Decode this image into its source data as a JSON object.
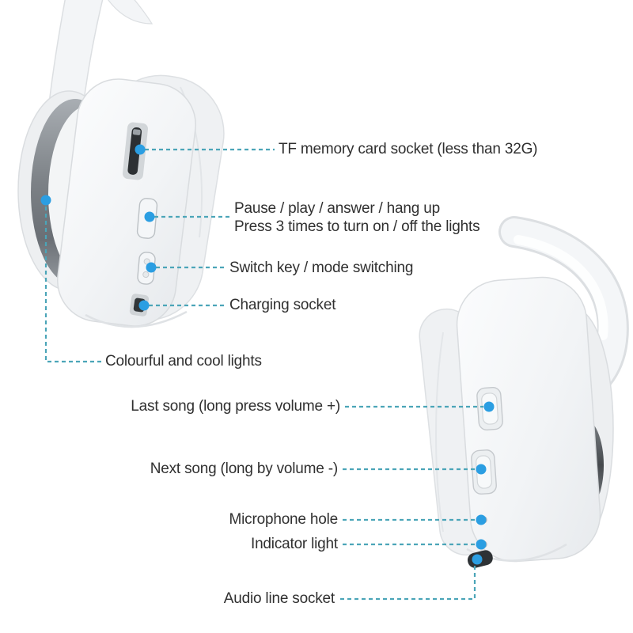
{
  "figure": {
    "kind": "product annotation diagram",
    "subject": "wireless headphones shown in two side views with labeled controls"
  },
  "colors": {
    "background": "#ffffff",
    "leader_line": "#4BA5B8",
    "leader_dot": "#2B9EE2",
    "label_text": "#303030"
  },
  "labels": {
    "tf_socket": {
      "text": "TF memory card socket (less than 32G)"
    },
    "pause_play": {
      "line1": "Pause / play / answer / hang up",
      "line2": "Press 3 times to turn on / off the lights"
    },
    "switch_key": {
      "text": "Switch key / mode switching"
    },
    "charging_socket": {
      "text": "Charging socket"
    },
    "lights": {
      "text": "Colourful and cool lights"
    },
    "last_song": {
      "text": "Last song (long press volume +)"
    },
    "next_song": {
      "text": "Next song (long by volume -)"
    },
    "microphone": {
      "text": "Microphone hole"
    },
    "indicator": {
      "text": "Indicator light"
    },
    "audio_socket": {
      "text": "Audio line socket"
    }
  }
}
